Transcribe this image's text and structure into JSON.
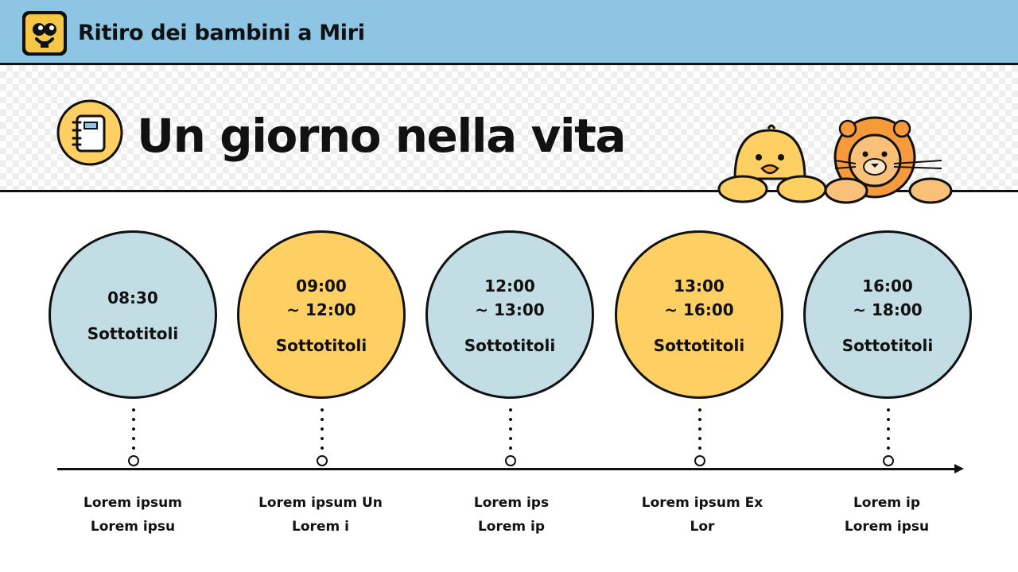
{
  "header": {
    "brand": "Ritiro dei bambini a Miri",
    "logo_icon": "character-face-icon",
    "bar_color": "#8fc5e4"
  },
  "page": {
    "title": "Un giorno nella vita",
    "title_icon": "notebook-icon"
  },
  "timeline": {
    "colors": {
      "blue": "#c2dde3",
      "yellow": "#fed064"
    },
    "items": [
      {
        "time": "08:30",
        "subtitle": "Sottotitoli",
        "caption_1": "Lorem ipsum",
        "caption_2": "Lorem ipsu",
        "color": "blue"
      },
      {
        "time": "09:00\n~ 12:00",
        "subtitle": "Sottotitoli",
        "caption_1": "Lorem ipsum Un",
        "caption_2": "Lorem i",
        "color": "yellow"
      },
      {
        "time": "12:00\n~ 13:00",
        "subtitle": "Sottotitoli",
        "caption_1": "Lorem ips",
        "caption_2": "Lorem ip",
        "color": "blue"
      },
      {
        "time": "13:00\n~ 16:00",
        "subtitle": "Sottotitoli",
        "caption_1": "Lorem ipsum Ex",
        "caption_2": "Lor",
        "color": "yellow"
      },
      {
        "time": "16:00\n~ 18:00",
        "subtitle": "Sottotitoli",
        "caption_1": "Lorem ip",
        "caption_2": "Lorem ipsu",
        "color": "blue"
      }
    ]
  },
  "decorations": [
    "chick-icon",
    "lion-icon"
  ]
}
